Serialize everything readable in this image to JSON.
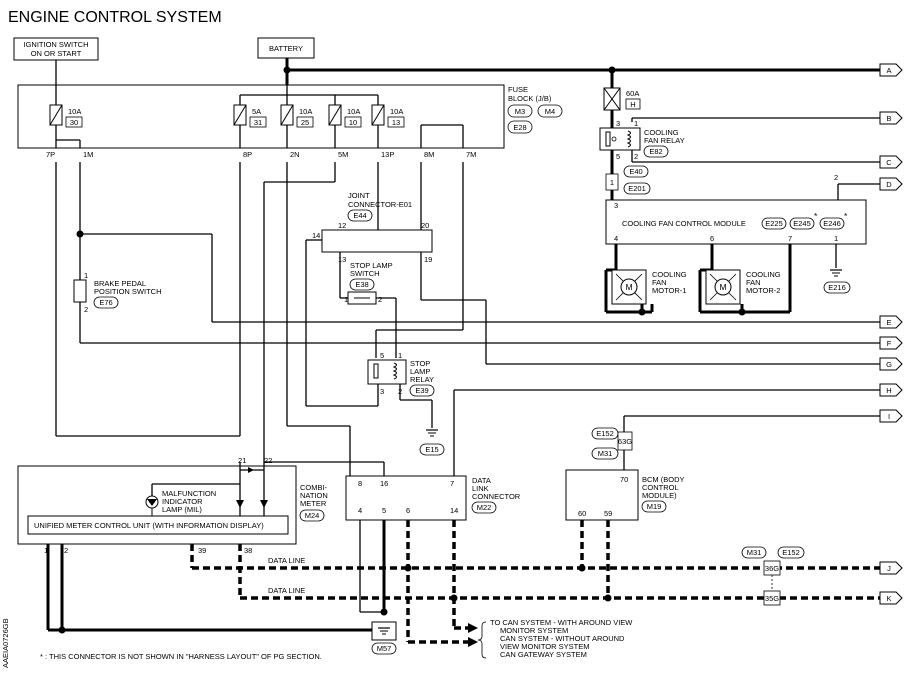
{
  "title": "ENGINE CONTROL SYSTEM",
  "side_code": "AAEIA0726GB",
  "ignition_switch": [
    "IGNITION SWITCH",
    "ON OR START"
  ],
  "battery": "BATTERY",
  "fuse_block": {
    "label": [
      "FUSE",
      "BLOCK (J/B)"
    ],
    "connectors": [
      "M3",
      "M4",
      "E28"
    ],
    "fuses": [
      {
        "amps": "10A",
        "no": "30"
      },
      {
        "amps": "5A",
        "no": "31"
      },
      {
        "amps": "10A",
        "no": "25"
      },
      {
        "amps": "10A",
        "no": "10"
      },
      {
        "amps": "10A",
        "no": "13"
      }
    ],
    "terminals": [
      "7P",
      "1M",
      "8P",
      "2N",
      "5M",
      "13P",
      "8M",
      "7M"
    ]
  },
  "fuse_60a": {
    "amps": "60A",
    "no": "H"
  },
  "cooling_fan_relay": {
    "label": [
      "COOLING",
      "FAN RELAY"
    ],
    "connector": "E82",
    "pins": [
      "3",
      "1",
      "5",
      "2"
    ]
  },
  "e40": "E40",
  "e201": {
    "connector": "E201",
    "pin": "1"
  },
  "cooling_fan_control_module": {
    "label": "COOLING FAN CONTROL MODULE",
    "connectors": [
      "E225",
      "E245",
      "E246"
    ],
    "asterisk": "*",
    "pins": [
      "3",
      "2",
      "4",
      "6",
      "7",
      "1"
    ]
  },
  "fan_motor_1": {
    "label": [
      "COOLING",
      "FAN",
      "MOTOR-1"
    ],
    "symbol": "M"
  },
  "fan_motor_2": {
    "label": [
      "COOLING",
      "FAN",
      "MOTOR-2"
    ],
    "symbol": "M"
  },
  "e216": "E216",
  "joint_connector": {
    "label": [
      "JOINT",
      "CONNECTOR-E01"
    ],
    "connector": "E44",
    "pins": [
      "14",
      "12",
      "20",
      "13",
      "19"
    ]
  },
  "stop_lamp_switch": {
    "label": [
      "STOP LAMP",
      "SWITCH"
    ],
    "connector": "E38",
    "pins": [
      "1",
      "2"
    ]
  },
  "brake_pedal_switch": {
    "label": [
      "BRAKE PEDAL",
      "POSITION SWITCH"
    ],
    "connector": "E76",
    "pins": [
      "1",
      "2"
    ]
  },
  "stop_lamp_relay": {
    "label": [
      "STOP",
      "LAMP",
      "RELAY"
    ],
    "connector": "E39",
    "pins": [
      "5",
      "1",
      "3",
      "2"
    ]
  },
  "e15": "E15",
  "combination_meter": {
    "label": [
      "COMBI-",
      "NATION",
      "METER"
    ],
    "connector": "M24",
    "unit": "UNIFIED METER CONTROL UNIT (WITH INFORMATION DISPLAY)",
    "mil": [
      "MALFUNCTION",
      "INDICATOR",
      "LAMP (MIL)"
    ],
    "pins": [
      "21",
      "22",
      "1",
      "2",
      "39",
      "38"
    ]
  },
  "data_link_connector": {
    "label": [
      "DATA",
      "LINK",
      "CONNECTOR"
    ],
    "connector": "M22",
    "pins": [
      "8",
      "16",
      "7",
      "4",
      "5",
      "6",
      "14"
    ]
  },
  "bcm": {
    "label": [
      "BCM (BODY",
      "CONTROL",
      "MODULE)"
    ],
    "connector": "M19",
    "pins": [
      "70",
      "60",
      "59"
    ]
  },
  "e152_top": "E152",
  "m31_top": "M31",
  "pin_63g": "63G",
  "m31_right": "M31",
  "e152_right": "E152",
  "pin_36g": "36G",
  "pin_35g": "35G",
  "data_line": "DATA LINE",
  "m57": "M57",
  "can_note": [
    "TO CAN SYSTEM - WITH AROUND VIEW",
    "MONITOR SYSTEM",
    "CAN SYSTEM - WITHOUT AROUND",
    "VIEW MONITOR SYSTEM",
    "CAN GATEWAY SYSTEM"
  ],
  "footnote": "* : THIS CONNECTOR IS NOT SHOWN IN \"HARNESS LAYOUT\" OF PG SECTION.",
  "arrows": [
    "A",
    "B",
    "C",
    "D",
    "E",
    "F",
    "G",
    "H",
    "I",
    "J",
    "K"
  ]
}
